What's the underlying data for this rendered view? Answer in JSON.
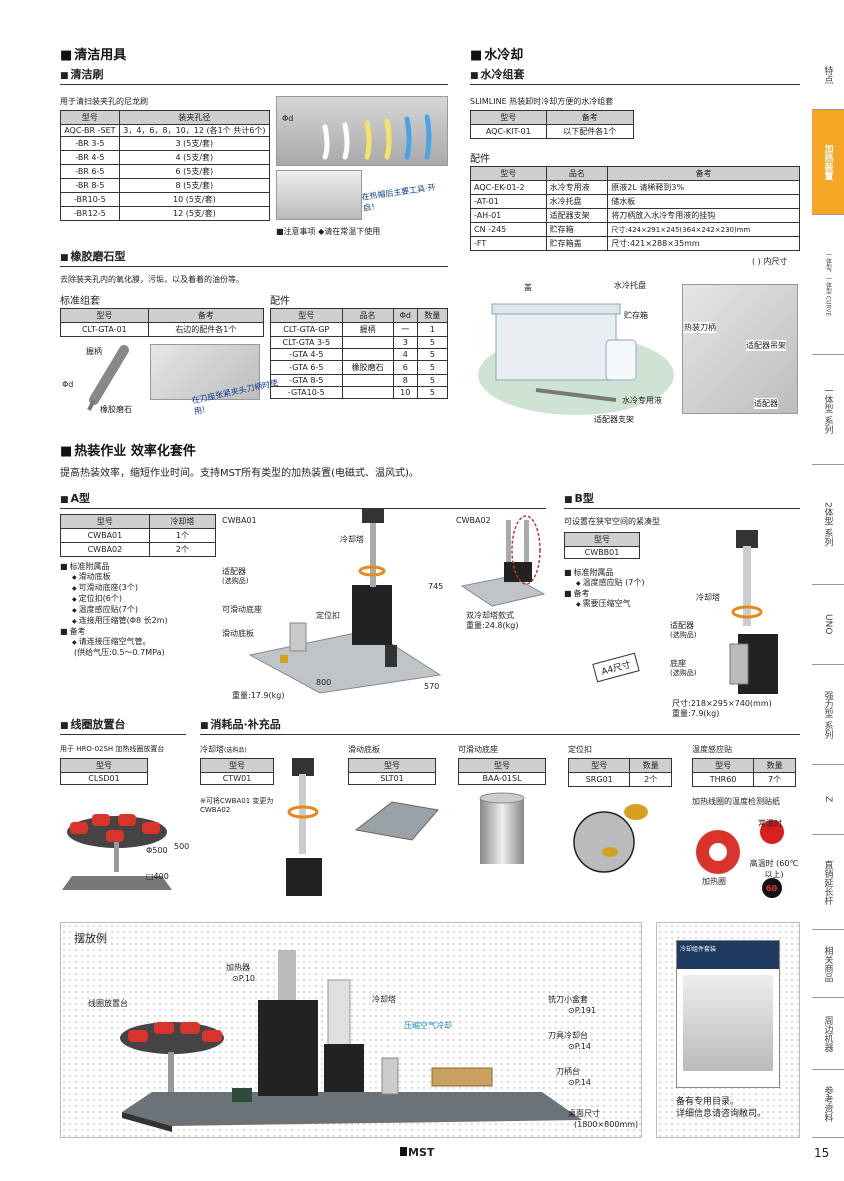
{
  "cleaning": {
    "title": "清洁用具",
    "brush": {
      "title": "清洁刷",
      "desc": "用于清扫装夹孔的尼龙刷",
      "headers": [
        "型号",
        "装夹孔径"
      ],
      "rows": [
        [
          "AQC-BR -SET",
          "3，4，6，8，10，12 (各1个 共计6个)"
        ],
        [
          "-BR 3-5",
          "3 (5支/套)"
        ],
        [
          "-BR 4-5",
          "4 (5支/套)"
        ],
        [
          "-BR 6-5",
          "6 (5支/套)"
        ],
        [
          "-BR 8-5",
          "8 (5支/套)"
        ],
        [
          "-BR10-5",
          "10 (5支/套)"
        ],
        [
          "-BR12-5",
          "12 (5支/套)"
        ]
      ],
      "phi_label": "Φd",
      "notice": "■注意事项 ◆请在常温下使用",
      "callout": "在热帽后主要工具·开启！"
    },
    "stone": {
      "title": "橡胶磨石型",
      "desc": "去除装夹孔内的氧化膜，污垢，以及着着的油份等。",
      "set_title": "标准组套",
      "set_headers": [
        "型号",
        "备考"
      ],
      "set_rows": [
        [
          "CLT-GTA-01",
          "右边的配件各1个"
        ]
      ],
      "parts_title": "配件",
      "parts_headers": [
        "型号",
        "品名",
        "Φd",
        "数量"
      ],
      "parts_rows": [
        [
          "CLT-GTA-GP",
          "握柄",
          "一",
          "1"
        ],
        [
          "CLT-GTA 3-5",
          "",
          "3",
          "5"
        ],
        [
          "-GTA 4-5",
          "",
          "4",
          "5"
        ],
        [
          "-GTA 6-5",
          "橡胶磨石",
          "6",
          "5"
        ],
        [
          "-GTA 8-5",
          "",
          "8",
          "5"
        ],
        [
          "-GTA10-5",
          "",
          "10",
          "5"
        ]
      ],
      "label_handle": "握柄",
      "label_stone": "橡胶磨石",
      "label_phi": "Φd",
      "callout": "在刀座张紧夹头刀柄时使用!"
    }
  },
  "water": {
    "title": "水冷却",
    "set": {
      "title": "水冷组套",
      "desc": "SLIMLINE 热装卸时冷却方便的水冷组套",
      "headers": [
        "型号",
        "备考"
      ],
      "rows": [
        [
          "AQC-KIT-01",
          "以下配件各1个"
        ]
      ]
    },
    "parts": {
      "title": "配件",
      "headers": [
        "型号",
        "品名",
        "备考"
      ],
      "rows": [
        [
          "AQC-EK-01-2",
          "水冷专用液",
          "原液2L 请稀释到3%"
        ],
        [
          "-AT-01",
          "水冷托盘",
          "储水板"
        ],
        [
          "-AH-01",
          "适配器支架",
          "将刀柄放入水冷专用液的挂钩"
        ],
        [
          "CN -245",
          "贮存箱",
          "尺寸:424×291×245(364×242×230)mm"
        ],
        [
          "-FT",
          "贮存箱盖",
          "尺寸:421×288×35mm"
        ]
      ],
      "unit_note": "( ) 内尺寸"
    },
    "labels": {
      "lid": "盖",
      "tray": "水冷托盘",
      "box": "贮存箱",
      "liquid": "水冷专用液",
      "holder": "适配器支架",
      "hot_holder": "热装刀柄",
      "hanger": "适配器吊架",
      "adapter": "适配器"
    }
  },
  "efficiency": {
    "title": "热装作业 效率化套件",
    "desc": "提高热装效率，缩短作业时间。支持MST所有类型的加热装置(电磁式、温风式)。",
    "a": {
      "title": "A型",
      "headers": [
        "型号",
        "冷却塔"
      ],
      "rows": [
        [
          "CWBA01",
          "1个"
        ],
        [
          "CWBA02",
          "2个"
        ]
      ],
      "acc_title": "标准附属品",
      "acc_items": [
        "滑动底板",
        "可滑动底座(3个)",
        "定位扣(6个)",
        "温度感应贴(7个)",
        "连接用压缩管(Φ8 长2m)"
      ],
      "note_title": "备考",
      "note_items": [
        "请连接压缩空气管。",
        "(供给气压:0.5～0.7MPa)"
      ],
      "img1_title": "CWBA01",
      "img2_title": "CWBA02",
      "labels": {
        "tower": "冷却塔",
        "adapter": "适配器",
        "adapter_opt": "(选购品)",
        "slide_base": "可滑动底座",
        "pos": "定位扣",
        "slide_plate": "滑动底板",
        "h745": "745",
        "w800": "800",
        "d570": "570",
        "weight1": "重量:17.9(kg)",
        "double": "双冷却塔款式",
        "weight2": "重量:24.8(kg)"
      }
    },
    "b": {
      "title": "B型",
      "desc": "可设置在狭窄空间的紧凑型",
      "headers": [
        "型号"
      ],
      "rows": [
        [
          "CWBB01"
        ]
      ],
      "acc_title": "标准附属品",
      "acc_items": [
        "温度感应贴 (7个)"
      ],
      "note_title": "备考",
      "note_items": [
        "需要压缩空气"
      ],
      "badge": "A4尺寸",
      "labels": {
        "tower": "冷却塔",
        "adapter": "适配器",
        "adapter_opt": "(选购品)",
        "base": "底座",
        "base_opt": "(选购品)",
        "size": "尺寸:218×295×740(mm)",
        "weight": "重量:7.9(kg)"
      }
    }
  },
  "coil": {
    "title": "线圈放置台",
    "desc": "用于 HRO-02SH 加热线圈放置台",
    "headers": [
      "型号"
    ],
    "rows": [
      [
        "CLSD01"
      ]
    ],
    "phi500": "Φ500",
    "sq400": "□400",
    "h500": "500"
  },
  "consumables": {
    "title": "消耗品·补充品",
    "items": [
      {
        "title": "冷却塔",
        "title_note": "(选购品)",
        "headers": [
          "型号"
        ],
        "rows": [
          [
            "CTW01"
          ]
        ],
        "note": "※可将CWBA01 变更为CWBA02"
      },
      {
        "title": "滑动底板",
        "headers": [
          "型号"
        ],
        "rows": [
          [
            "SLT01"
          ]
        ]
      },
      {
        "title": "可滑动底座",
        "headers": [
          "型号"
        ],
        "rows": [
          [
            "BAA-01SL"
          ]
        ]
      },
      {
        "title": "定位扣",
        "headers": [
          "型号",
          "数量"
        ],
        "rows": [
          [
            "SRG01",
            "2个"
          ]
        ]
      },
      {
        "title": "温度感应贴",
        "headers": [
          "型号",
          "数量"
        ],
        "rows": [
          [
            "THR60",
            "7个"
          ]
        ],
        "note": "加热线圈的温度检测贴纸",
        "normal": "常温时",
        "hot": "高温时 (60℃以上)",
        "coil": "加热圈",
        "badge60": "60"
      }
    ]
  },
  "layout_example": {
    "title": "摆放例",
    "labels": {
      "heater": "加热器",
      "heater_ref": "P.10",
      "coil_stand": "线圈放置台",
      "tower": "冷却塔",
      "air": "压缩空气冷却",
      "tool_box": "铣刀小盒套",
      "tool_box_ref": "P.191",
      "tool_cart": "刀具冷却台",
      "tool_cart_ref": "P.14",
      "holder": "刀柄台",
      "holder_ref": "P.14",
      "table": "桌面尺寸",
      "table_size": "(1800×800mm)"
    }
  },
  "catalog": {
    "title": "冷却组件套装",
    "note1": "备有专用目录。",
    "note2": "详细信息请咨询敝司。"
  },
  "footer": {
    "logo": "MST",
    "page": "15"
  },
  "sidebar": {
    "tabs": [
      "特点",
      "加热装置",
      "一体型，一体型 CURVE",
      "一体型 系列",
      "2体型 系列",
      "UNO",
      "强力型 系列",
      "Z",
      "直销延长杆",
      "相关商品",
      "周边机器",
      "参考资料"
    ]
  }
}
